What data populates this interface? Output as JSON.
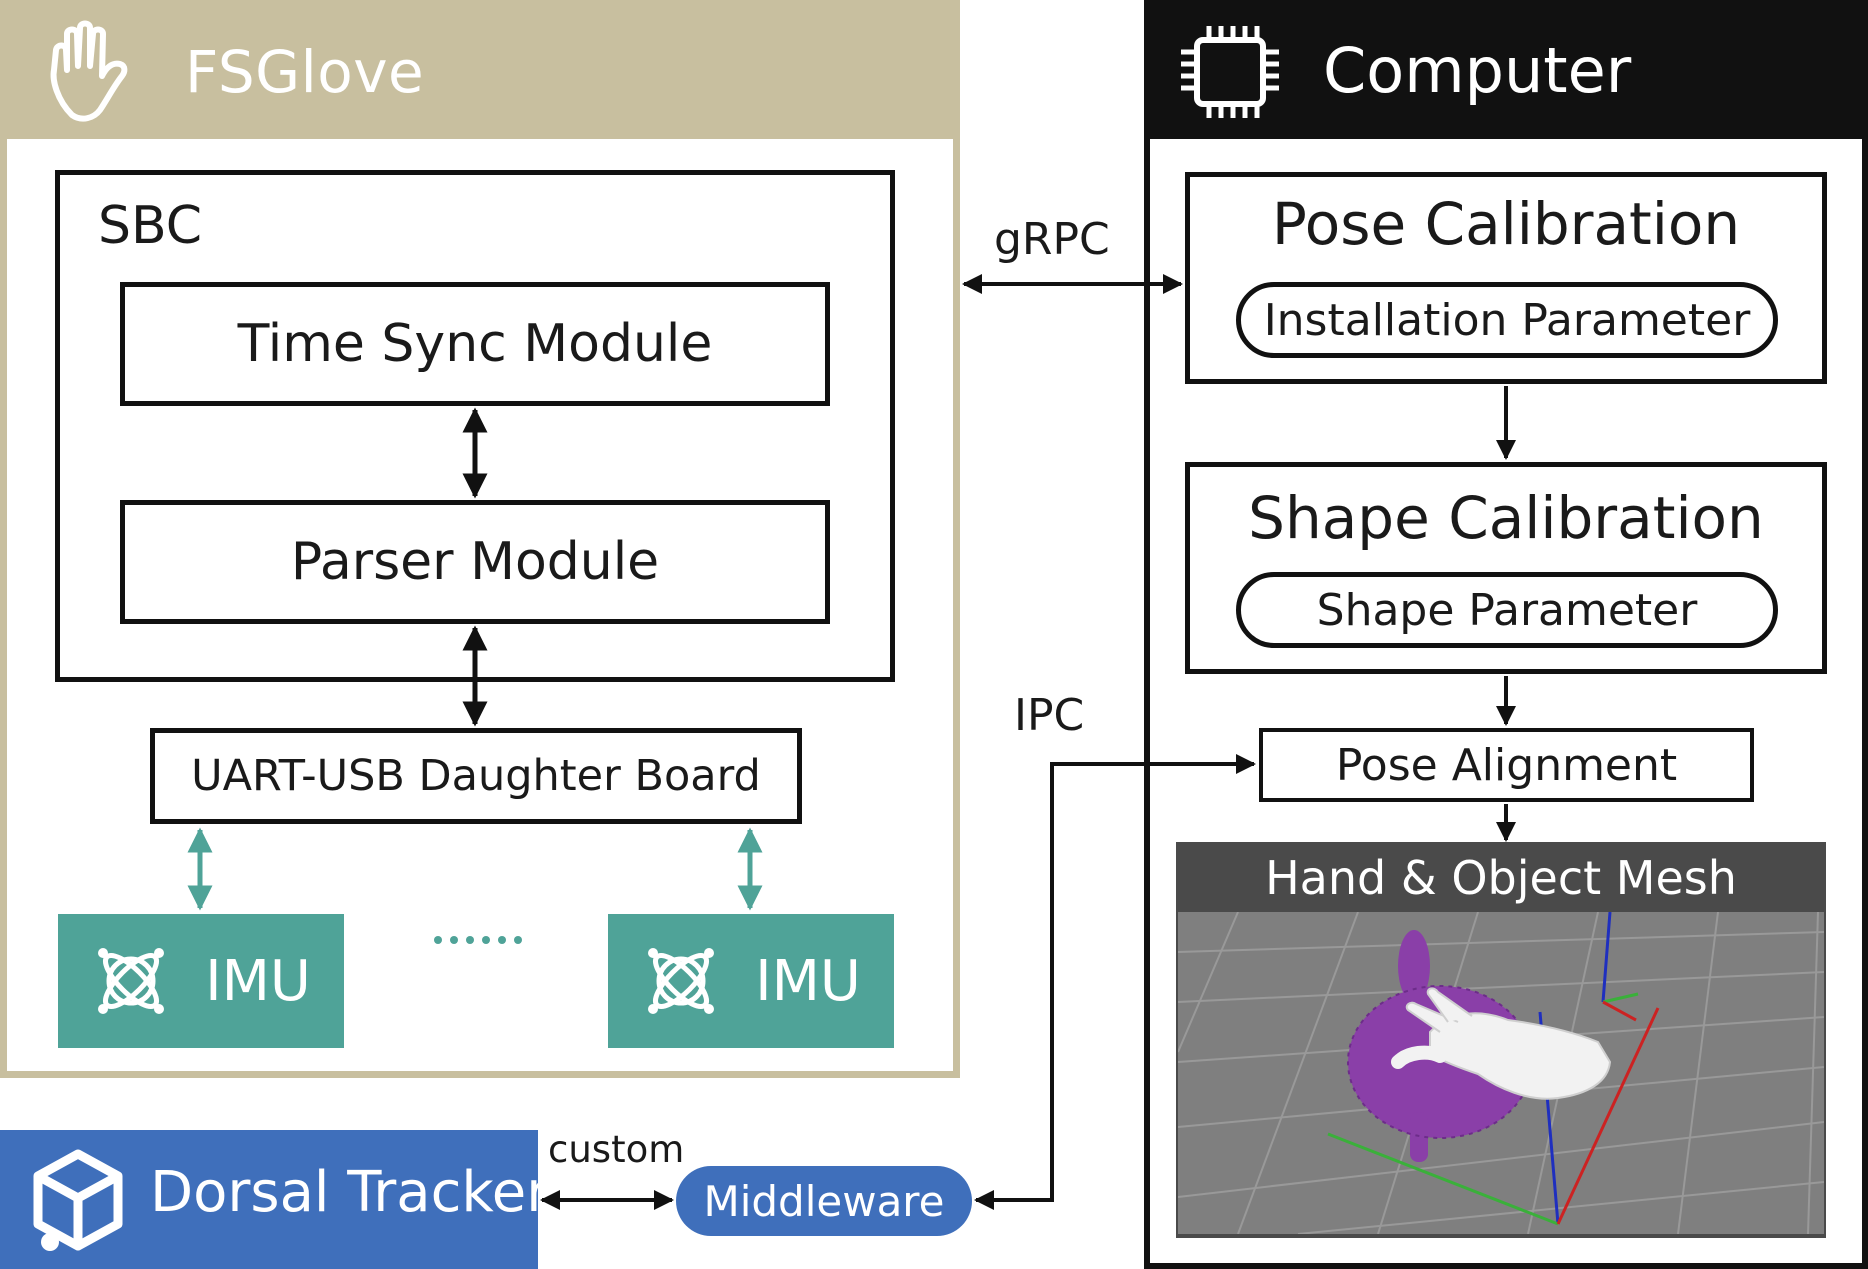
{
  "fsglove": {
    "title": "FSGlove"
  },
  "computer": {
    "title": "Computer"
  },
  "sbc": {
    "label": "SBC",
    "time_sync": "Time Sync Module",
    "parser": "Parser Module"
  },
  "uart": "UART-USB Daughter Board",
  "imus": [
    {
      "label": "IMU"
    },
    {
      "label": "IMU"
    }
  ],
  "ellipsis": "......",
  "edges": {
    "grpc": "gRPC",
    "ipc": "IPC",
    "custom": "custom"
  },
  "dorsal_tracker": {
    "label": "Dorsal Tracker"
  },
  "middleware": "Middleware",
  "pose_calibration": {
    "title": "Pose Calibration",
    "param": "Installation Parameter"
  },
  "shape_calibration": {
    "title": "Shape Calibration",
    "param": "Shape Parameter"
  },
  "pose_alignment": "Pose Alignment",
  "mesh": {
    "title": "Hand & Object Mesh"
  },
  "colors": {
    "fsglove_header": "#c8bf9f",
    "computer_header": "#111111",
    "imu": "#4fa398",
    "dorsal": "#3f6fbb",
    "mesh_panel": "#4a4a4a",
    "object": "#8a3fa8"
  }
}
